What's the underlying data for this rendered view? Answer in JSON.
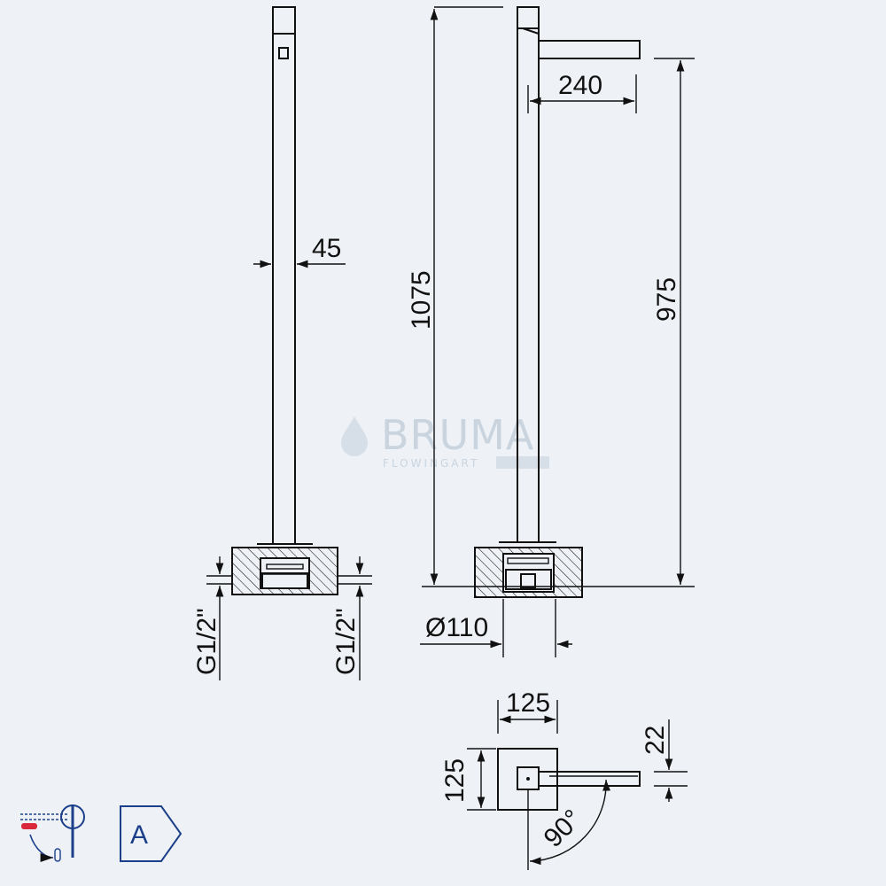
{
  "watermark": {
    "brand": "BRUMA",
    "tagline": "FLOWINGART"
  },
  "dimensions": {
    "pipe_width": "45",
    "total_height": "1075",
    "spout_height": "975",
    "spout_reach": "240",
    "base_diameter": "Ø110",
    "connection_left": "G1/2\"",
    "connection_right": "G1/2\"",
    "plate_width": "125",
    "plate_height": "125",
    "spout_thickness": "22",
    "rotation_angle": "90°"
  },
  "badges": {
    "energy_class": "A"
  },
  "colors": {
    "background": "#eef2f7",
    "line": "#111111",
    "badge": "#1c3f8a",
    "accent": "#d9283b"
  },
  "icons": [
    "mixer-thermostatic-icon",
    "energy-class-badge"
  ]
}
